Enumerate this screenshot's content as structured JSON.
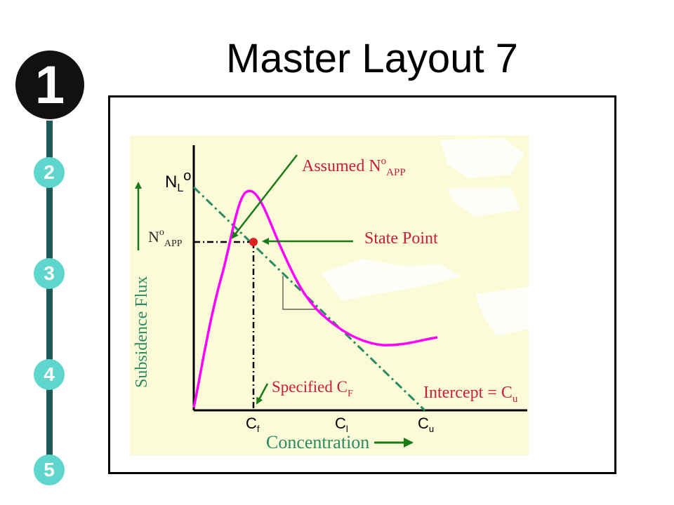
{
  "header": {
    "title": "Master Layout 7"
  },
  "nav": {
    "active_step": "1",
    "steps": [
      "2",
      "3",
      "4",
      "5"
    ]
  },
  "diagram": {
    "labels": {
      "nl": "N",
      "nl_sub": "L",
      "nl_sup": "o",
      "napp": "N",
      "napp_sup": "o",
      "napp_sub": "APP",
      "assumed": "Assumed N",
      "assumed_sup": "o",
      "assumed_sub": "APP",
      "state_point": "State Point",
      "specified": "Specified C",
      "specified_sub": "F",
      "intercept": "Intercept = C",
      "intercept_sub": "u",
      "cf": "C",
      "cf_sub": "f",
      "cl": "C",
      "cl_sub": "l",
      "cu": "C",
      "cu_sub": "u",
      "xlabel": "Concentration",
      "ylabel": "Subsidence Flux"
    },
    "colors": {
      "background": "#fbfbd7",
      "curve": "#ff00ff",
      "operating_line": "#2a8a64",
      "annotation": "#c81e3c",
      "arrow": "#1a7a1a",
      "state_point": "#e02020"
    }
  }
}
